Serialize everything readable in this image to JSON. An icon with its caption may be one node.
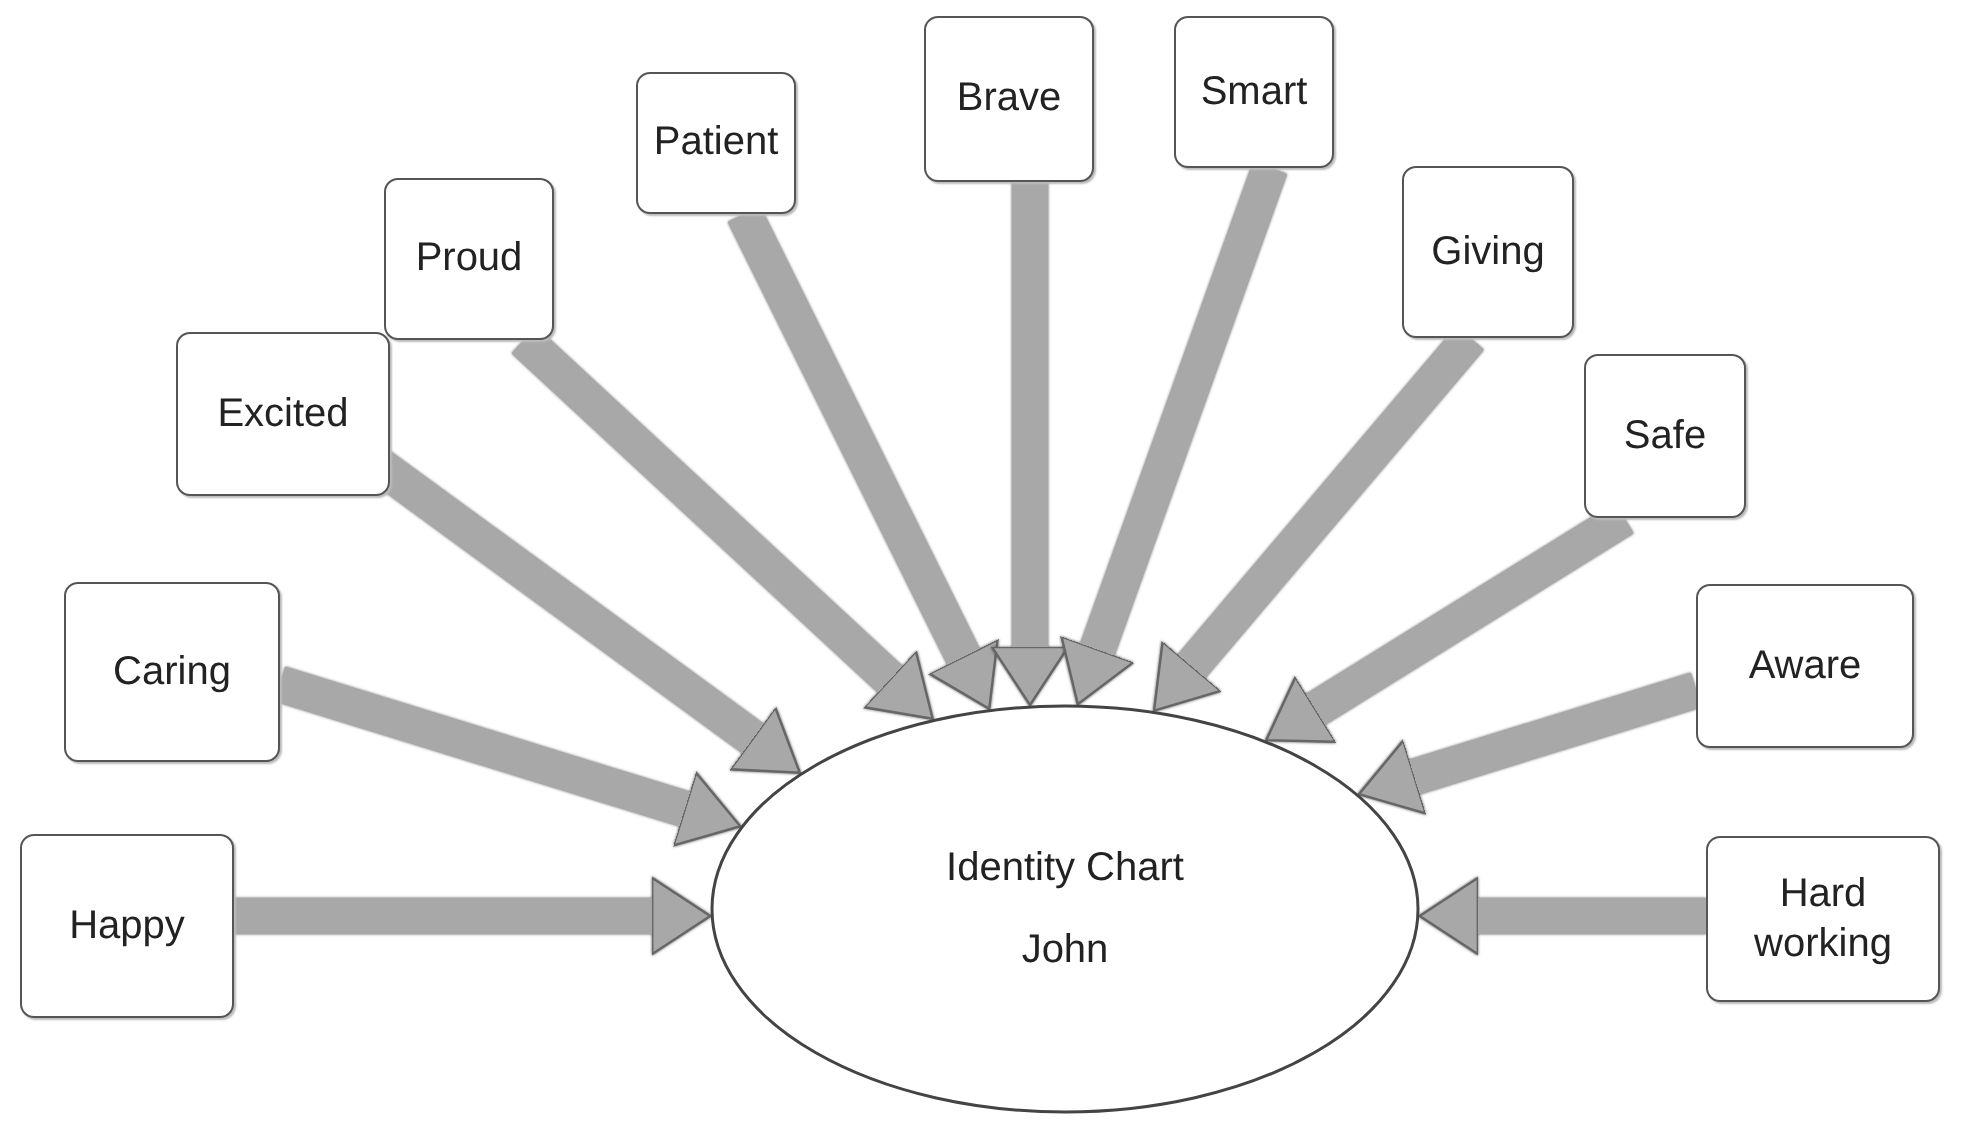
{
  "diagram": {
    "nodes": [
      {
        "text": [
          "Happy"
        ]
      },
      {
        "text": [
          "Caring"
        ]
      },
      {
        "text": [
          "Excited"
        ]
      },
      {
        "text": [
          "Proud"
        ]
      },
      {
        "text": [
          "Patient"
        ]
      },
      {
        "text": [
          "Brave"
        ]
      },
      {
        "text": [
          "Smart"
        ]
      },
      {
        "text": [
          "Giving"
        ]
      },
      {
        "text": [
          "Safe"
        ]
      },
      {
        "text": [
          "Aware"
        ]
      },
      {
        "text": [
          "Hard working"
        ]
      },
      {
        "text": [
          "Identity Chart",
          "John"
        ]
      }
    ],
    "edges": [
      {
        "from": 0,
        "to": 11,
        "arrow": "to"
      },
      {
        "from": 1,
        "to": 11,
        "arrow": "to"
      },
      {
        "from": 2,
        "to": 11,
        "arrow": "to"
      },
      {
        "from": 3,
        "to": 11,
        "arrow": "to"
      },
      {
        "from": 4,
        "to": 11,
        "arrow": "to"
      },
      {
        "from": 5,
        "to": 11,
        "arrow": "to"
      },
      {
        "from": 6,
        "to": 11,
        "arrow": "to"
      },
      {
        "from": 7,
        "to": 11,
        "arrow": "to"
      },
      {
        "from": 8,
        "to": 11,
        "arrow": "to"
      },
      {
        "from": 9,
        "to": 11,
        "arrow": "to"
      },
      {
        "from": 10,
        "to": 11,
        "arrow": "to"
      }
    ]
  }
}
